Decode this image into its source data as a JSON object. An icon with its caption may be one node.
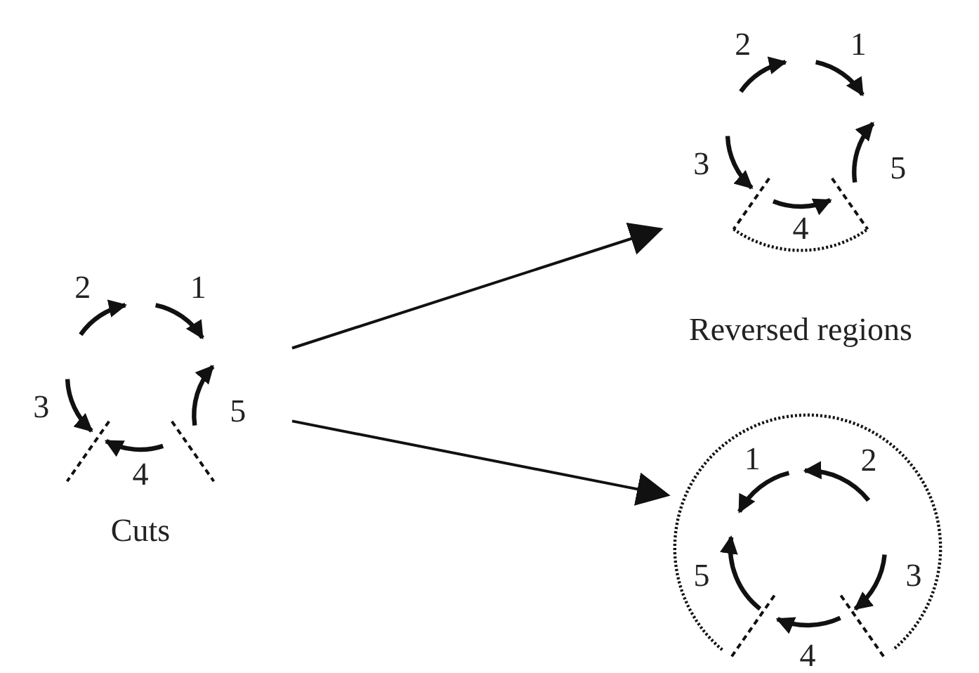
{
  "diagram": {
    "nodes": [
      {
        "text": [
          "Cuts"
        ]
      },
      {
        "text": [
          "Reversed regions"
        ]
      },
      {
        "text": [],
        "shape": "picture"
      }
    ],
    "edges": [
      {
        "from": 0,
        "to": 1,
        "arrow": "to"
      },
      {
        "from": 0,
        "to": 2,
        "arrow": "to"
      }
    ],
    "labels": [
      "2",
      "1",
      "3",
      "5",
      "4",
      "2",
      "1",
      "3",
      "5",
      "4",
      "1",
      "2",
      "5",
      "3",
      "4"
    ]
  }
}
